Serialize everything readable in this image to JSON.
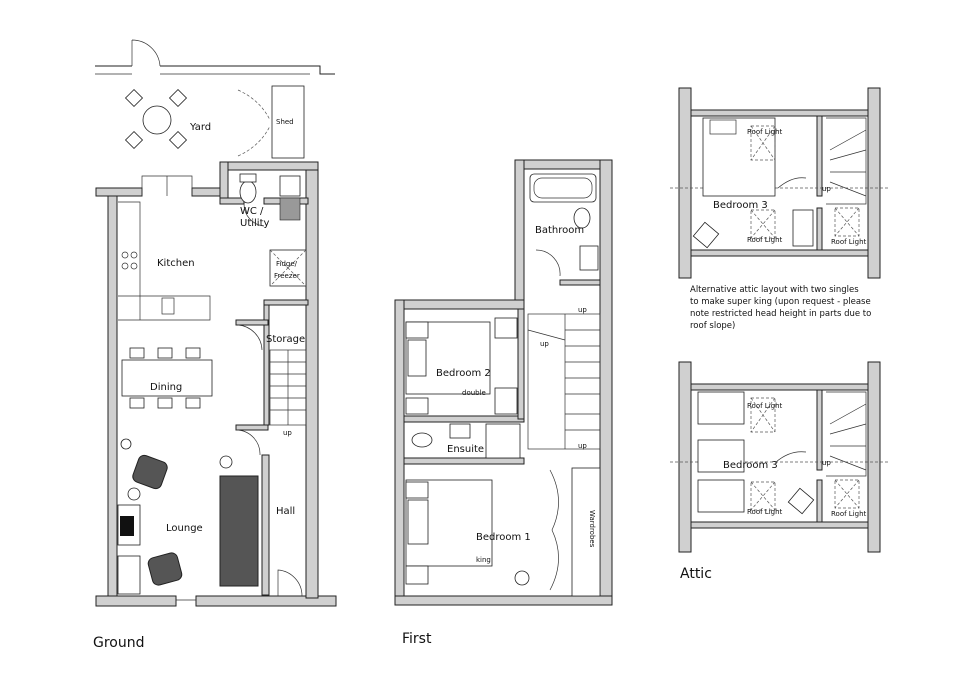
{
  "ground": {
    "title": "Ground",
    "rooms": {
      "yard": "Yard",
      "shed": "Shed",
      "wc": "WC /",
      "wc2": "Utility",
      "kitchen": "Kitchen",
      "fridge": "Fidge/",
      "fridge2": "Freezer",
      "storage": "Storage",
      "dining": "Dining",
      "lounge": "Lounge",
      "hall": "Hall"
    },
    "stairs_label": "up"
  },
  "first": {
    "title": "First",
    "rooms": {
      "bathroom": "Bathroom",
      "bedroom2": "Bedroom 2",
      "bed2_size": "double",
      "ensuite": "Ensuite",
      "bedroom1": "Bedroom 1",
      "bed1_size": "king",
      "wardrobes": "Wardrobes"
    },
    "stairs_labels": [
      "up",
      "up",
      "up"
    ]
  },
  "attic": {
    "title": "Attic",
    "layout1": {
      "bedroom": "Bedroom 3",
      "roof_lights": [
        "Roof Light",
        "Roof Light",
        "Roof Light"
      ],
      "stairs_label": "up"
    },
    "note": [
      "Alternative attic layout with two singles",
      "to make super king (upon request - please",
      "note restricted head height in parts due to",
      "roof slope)"
    ],
    "layout2": {
      "bedroom": "Bedroom 3",
      "roof_lights": [
        "Roof Light",
        "Roof Light",
        "Roof Light"
      ],
      "stairs_label": "up"
    }
  },
  "colors": {
    "wall_fill": "#d0d0d0",
    "line": "#222222",
    "sofa": "#555555"
  }
}
